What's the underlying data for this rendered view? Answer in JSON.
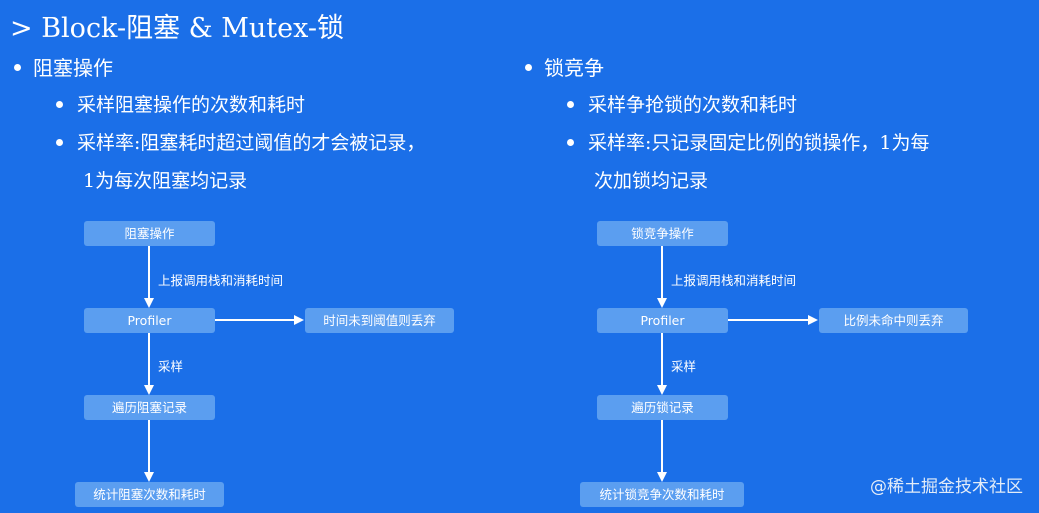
{
  "title": "> Block-阻塞 & Mutex-锁",
  "left": {
    "heading": "阻塞操作",
    "points": [
      "采样阻塞操作的次数和耗时",
      "采样率:阻塞耗时超过阈值的才会被记录，",
      "1为每次阻塞均记录"
    ],
    "flow": {
      "top": "阻塞操作",
      "edge_top": "上报调用栈和消耗时间",
      "middle": "Profiler",
      "side": "时间未到阈值则丢弃",
      "edge_bottom": "采样",
      "lower": "遍历阻塞记录",
      "bottom": "统计阻塞次数和耗时"
    }
  },
  "right": {
    "heading": "锁竞争",
    "points": [
      "采样争抢锁的次数和耗时",
      "采样率:只记录固定比例的锁操作，1为每",
      "次加锁均记录"
    ],
    "flow": {
      "top": "锁竞争操作",
      "edge_top": "上报调用栈和消耗时间",
      "middle": "Profiler",
      "side": "比例未命中则丢弃",
      "edge_bottom": "采样",
      "lower": "遍历锁记录",
      "bottom": "统计锁竞争次数和耗时"
    }
  },
  "watermark": "@稀土掘金技术社区"
}
